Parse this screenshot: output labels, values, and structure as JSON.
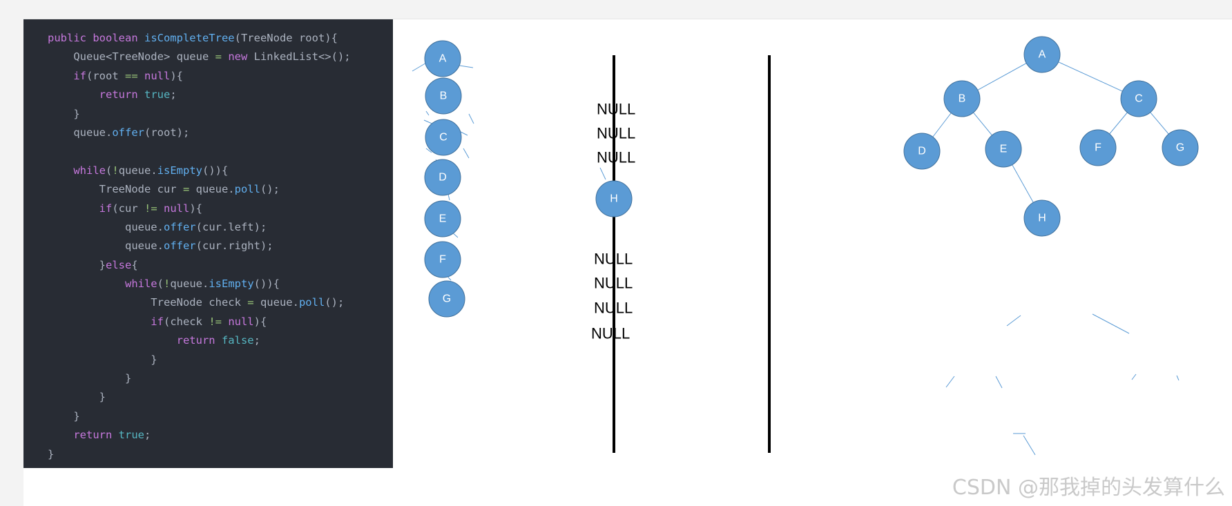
{
  "code": {
    "lines": [
      [
        {
          "t": "kw",
          "v": "public boolean "
        },
        {
          "t": "fn",
          "v": "isCompleteTree"
        },
        {
          "t": "id",
          "v": "(TreeNode root){"
        }
      ],
      [
        {
          "t": "id",
          "v": "    Queue<TreeNode> queue "
        },
        {
          "t": "op",
          "v": "="
        },
        {
          "t": "kw",
          "v": " new"
        },
        {
          "t": "id",
          "v": " LinkedList<>();"
        }
      ],
      [
        {
          "t": "kw",
          "v": "    if"
        },
        {
          "t": "id",
          "v": "(root "
        },
        {
          "t": "op",
          "v": "=="
        },
        {
          "t": "kw",
          "v": " null"
        },
        {
          "t": "id",
          "v": "){"
        }
      ],
      [
        {
          "t": "kw",
          "v": "        return"
        },
        {
          "t": "lit",
          "v": " true"
        },
        {
          "t": "id",
          "v": ";"
        }
      ],
      [
        {
          "t": "id",
          "v": "    }"
        }
      ],
      [
        {
          "t": "id",
          "v": "    queue."
        },
        {
          "t": "fn",
          "v": "offer"
        },
        {
          "t": "id",
          "v": "(root);"
        }
      ],
      [
        {
          "t": "id",
          "v": ""
        }
      ],
      [
        {
          "t": "kw",
          "v": "    while"
        },
        {
          "t": "id",
          "v": "("
        },
        {
          "t": "op",
          "v": "!"
        },
        {
          "t": "id",
          "v": "queue."
        },
        {
          "t": "fn",
          "v": "isEmpty"
        },
        {
          "t": "id",
          "v": "()){"
        }
      ],
      [
        {
          "t": "id",
          "v": "        TreeNode cur "
        },
        {
          "t": "op",
          "v": "="
        },
        {
          "t": "id",
          "v": " queue."
        },
        {
          "t": "fn",
          "v": "poll"
        },
        {
          "t": "id",
          "v": "();"
        }
      ],
      [
        {
          "t": "kw",
          "v": "        if"
        },
        {
          "t": "id",
          "v": "(cur "
        },
        {
          "t": "op",
          "v": "!="
        },
        {
          "t": "kw",
          "v": " null"
        },
        {
          "t": "id",
          "v": "){"
        }
      ],
      [
        {
          "t": "id",
          "v": "            queue."
        },
        {
          "t": "fn",
          "v": "offer"
        },
        {
          "t": "id",
          "v": "(cur.left);"
        }
      ],
      [
        {
          "t": "id",
          "v": "            queue."
        },
        {
          "t": "fn",
          "v": "offer"
        },
        {
          "t": "id",
          "v": "(cur.right);"
        }
      ],
      [
        {
          "t": "id",
          "v": "        }"
        },
        {
          "t": "kw",
          "v": "else"
        },
        {
          "t": "id",
          "v": "{"
        }
      ],
      [
        {
          "t": "kw",
          "v": "            while"
        },
        {
          "t": "id",
          "v": "("
        },
        {
          "t": "op",
          "v": "!"
        },
        {
          "t": "id",
          "v": "queue."
        },
        {
          "t": "fn",
          "v": "isEmpty"
        },
        {
          "t": "id",
          "v": "()){"
        }
      ],
      [
        {
          "t": "id",
          "v": "                TreeNode check "
        },
        {
          "t": "op",
          "v": "="
        },
        {
          "t": "id",
          "v": " queue."
        },
        {
          "t": "fn",
          "v": "poll"
        },
        {
          "t": "id",
          "v": "();"
        }
      ],
      [
        {
          "t": "kw",
          "v": "                if"
        },
        {
          "t": "id",
          "v": "(check "
        },
        {
          "t": "op",
          "v": "!="
        },
        {
          "t": "kw",
          "v": " null"
        },
        {
          "t": "id",
          "v": "){"
        }
      ],
      [
        {
          "t": "kw",
          "v": "                    return"
        },
        {
          "t": "lit",
          "v": " false"
        },
        {
          "t": "id",
          "v": ";"
        }
      ],
      [
        {
          "t": "id",
          "v": "                }"
        }
      ],
      [
        {
          "t": "id",
          "v": "            }"
        }
      ],
      [
        {
          "t": "id",
          "v": "        }"
        }
      ],
      [
        {
          "t": "id",
          "v": "    }"
        }
      ],
      [
        {
          "t": "kw",
          "v": "    return"
        },
        {
          "t": "lit",
          "v": " true"
        },
        {
          "t": "id",
          "v": ";"
        }
      ],
      [
        {
          "t": "id",
          "v": "}"
        }
      ]
    ]
  },
  "queue_nodes": [
    "A",
    "B",
    "C",
    "D",
    "E",
    "F",
    "G"
  ],
  "null_group_top": [
    "NULL",
    "NULL",
    "NULL"
  ],
  "middle_node": "H",
  "null_group_bottom": [
    "NULL",
    "NULL",
    "NULL",
    "NULL"
  ],
  "tree": {
    "nodes": [
      "A",
      "B",
      "C",
      "D",
      "E",
      "F",
      "G",
      "H"
    ],
    "edges": [
      [
        "A",
        "B"
      ],
      [
        "A",
        "C"
      ],
      [
        "B",
        "D"
      ],
      [
        "B",
        "E"
      ],
      [
        "C",
        "F"
      ],
      [
        "C",
        "G"
      ],
      [
        "E",
        "H"
      ]
    ]
  },
  "watermark": "CSDN @那我掉的头发算什么",
  "colors": {
    "node_fill": "#5b9bd5",
    "node_stroke": "#41719c",
    "edge": "#5b9bd5",
    "divider": "#000000",
    "code_bg": "#282c34"
  }
}
